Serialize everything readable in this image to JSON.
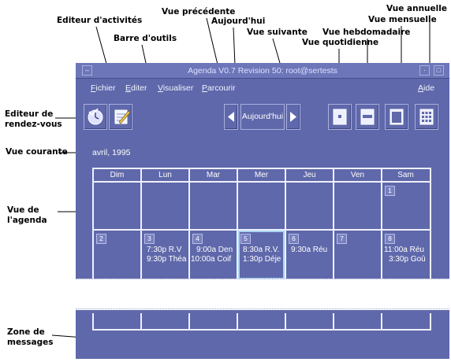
{
  "callouts": {
    "editeur_activites": "Editeur d'activités",
    "barre_outils": "Barre d'outils",
    "vue_precedente": "Vue précédente",
    "aujourdhui": "Aujourd'hui",
    "vue_suivante": "Vue suivante",
    "vue_quotidienne": "Vue quotidienne",
    "vue_hebdomadaire": "Vue hebdomadaire",
    "vue_mensuelle": "Vue mensuelle",
    "vue_annuelle": "Vue annuelle",
    "editeur_rdv_1": "Editeur de",
    "editeur_rdv_2": "rendez-vous",
    "vue_courante": "Vue courante",
    "vue_agenda_1": "Vue de",
    "vue_agenda_2": "l'agenda",
    "zone_messages_1": "Zone de",
    "zone_messages_2": "messages"
  },
  "window": {
    "title": "Agenda V0.7 Revision 50: root@sertests"
  },
  "menu": {
    "fichier": "Fichier",
    "editer": "Editer",
    "visualiser": "Visualiser",
    "parcourir": "Parcourir",
    "aide": "Aide"
  },
  "toolbar": {
    "today_label": "Aujourd'hui"
  },
  "calendar": {
    "current_view": "avril, 1995",
    "days": [
      "Dim",
      "Lun",
      "Mar",
      "Mer",
      "Jeu",
      "Ven",
      "Sam"
    ],
    "week1": {
      "sam_num": "1"
    },
    "week2": {
      "nums": [
        "2",
        "3",
        "4",
        "5",
        "6",
        "7",
        "8"
      ],
      "lun": [
        "7:30p R.V",
        "9:30p Théa"
      ],
      "mar": [
        "9:00a Den",
        "10:00a Coif"
      ],
      "mer": [
        "8:30a R.V.",
        "1:30p Déje"
      ],
      "jeu": [
        "9:30a Réu"
      ],
      "sam": [
        "11:00a Réu",
        "3:30p Goû"
      ]
    }
  },
  "colors": {
    "background": "#5f68aa",
    "today_highlight": "#a8d4f0"
  }
}
